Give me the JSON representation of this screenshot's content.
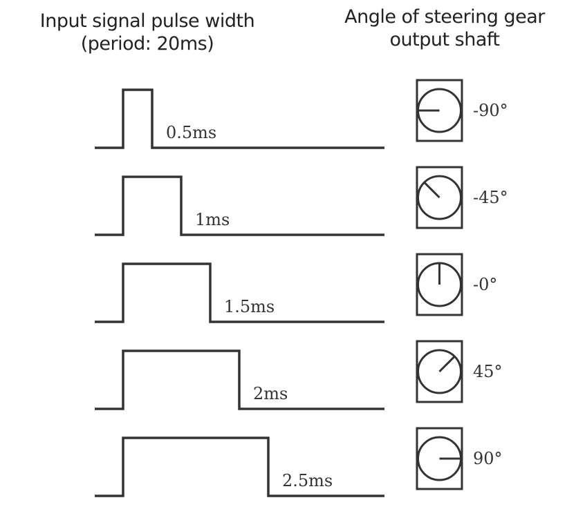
{
  "header": {
    "left_line1": "Input signal pulse width",
    "left_line2": "(period: 20ms)",
    "right_line1": "Angle of steering gear",
    "right_line2": "output shaft"
  },
  "rows": [
    {
      "pulse_label": "0.5ms",
      "pulse_ms": 0.5,
      "angle_label": "-90°",
      "angle_deg": -90
    },
    {
      "pulse_label": "1ms",
      "pulse_ms": 1.0,
      "angle_label": "-45°",
      "angle_deg": -45
    },
    {
      "pulse_label": "1.5ms",
      "pulse_ms": 1.5,
      "angle_label": "-0°",
      "angle_deg": 0
    },
    {
      "pulse_label": "2ms",
      "pulse_ms": 2.0,
      "angle_label": "45°",
      "angle_deg": 45
    },
    {
      "pulse_label": "2.5ms",
      "pulse_ms": 2.5,
      "angle_label": "90°",
      "angle_deg": 90
    }
  ],
  "colors": {
    "ink": "#333333",
    "background": "#ffffff"
  }
}
